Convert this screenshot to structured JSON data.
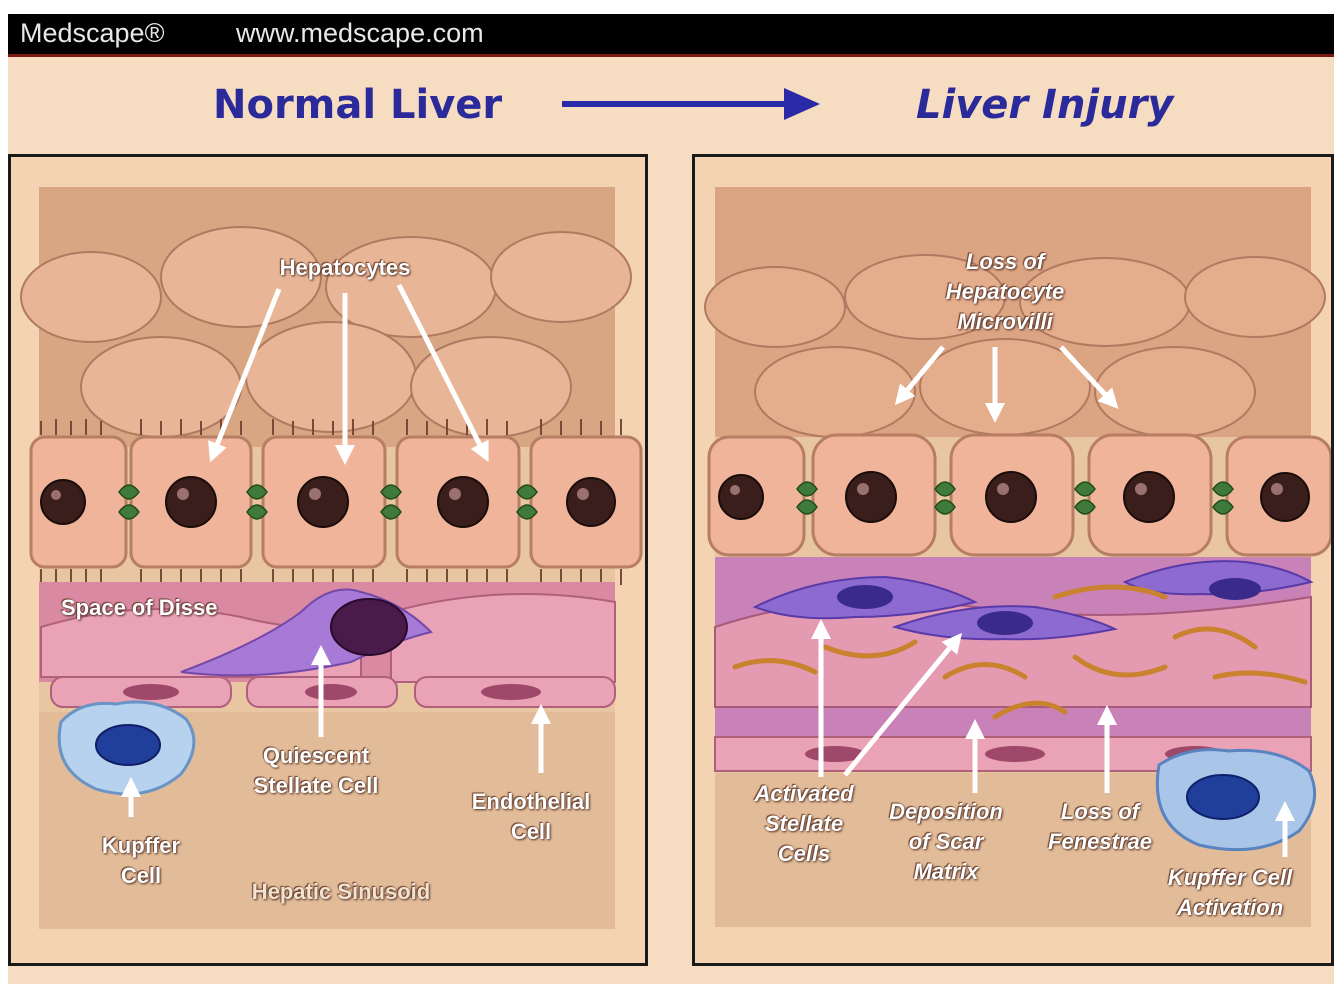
{
  "header": {
    "brand": "Medscape®",
    "url": "www.medscape.com"
  },
  "titles": {
    "left": "Normal Liver",
    "right": "Liver Injury"
  },
  "left_panel": {
    "hepatocytes": "Hepatocytes",
    "space_of_disse": "Space of Disse",
    "quiescent_stellate": [
      "Quiescent",
      "Stellate Cell"
    ],
    "endothelial": [
      "Endothelial",
      "Cell"
    ],
    "kupffer": [
      "Kupffer",
      "Cell"
    ],
    "sinusoid": "Hepatic Sinusoid"
  },
  "right_panel": {
    "loss_microvilli": [
      "Loss of",
      "Hepatocyte",
      "Microvilli"
    ],
    "activated_stellate": [
      "Activated",
      "Stellate",
      "Cells"
    ],
    "scar_matrix": [
      "Deposition",
      "of Scar",
      "Matrix"
    ],
    "loss_fenestrae": [
      "Loss of",
      "Fenestrae"
    ],
    "kupffer_activation": [
      "Kupffer Cell",
      "Activation"
    ]
  },
  "colors": {
    "title_blue": "#2a2a9a",
    "hepatocyte": "#f0b49a",
    "stellate_quiescent": "#9b6bd0",
    "stellate_activated": "#7e62c8",
    "endothelium": "#e69ab0",
    "kupffer": "#8fb8e6",
    "scar_fiber": "#c9822e"
  }
}
